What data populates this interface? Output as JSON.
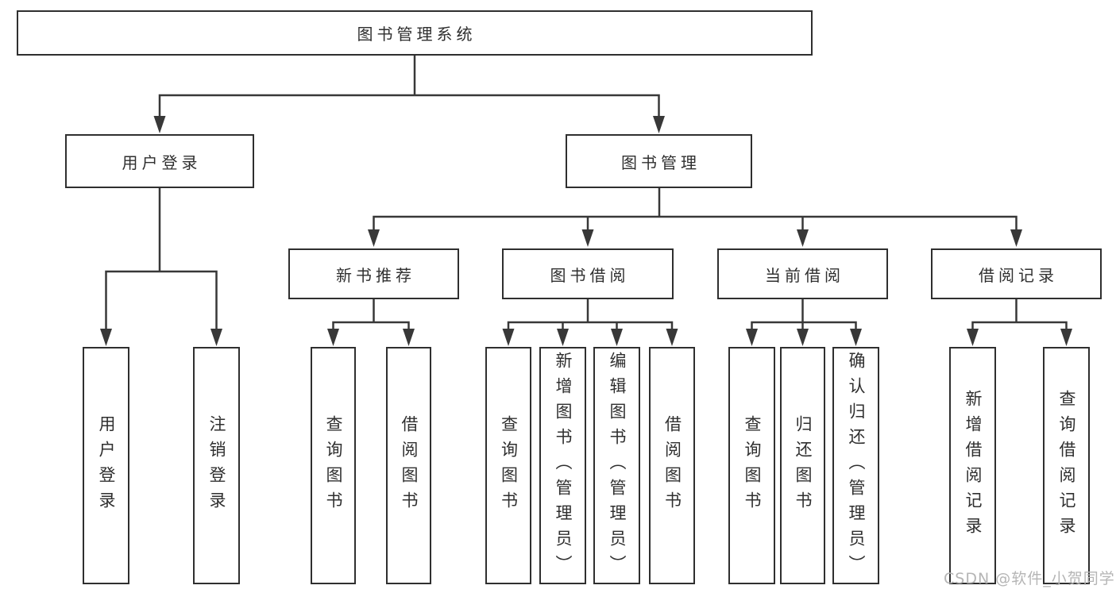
{
  "diagram": {
    "title": "图书管理系统",
    "colors": {
      "line": "#383838",
      "border": "#2f2f2f",
      "text": "#2f2f2f",
      "watermark": "#b5b5b5",
      "background": "#ffffff"
    }
  },
  "tree": {
    "label": "图书管理系统",
    "children": [
      {
        "label": "用户登录",
        "children": [
          {
            "label": "用户登录"
          },
          {
            "label": "注销登录"
          }
        ]
      },
      {
        "label": "图书管理",
        "children": [
          {
            "label": "新书推荐",
            "children": [
              {
                "label": "查询图书"
              },
              {
                "label": "借阅图书"
              }
            ]
          },
          {
            "label": "图书借阅",
            "children": [
              {
                "label": "查询图书"
              },
              {
                "label": "新增图书（管理员）"
              },
              {
                "label": "编辑图书（管理员）"
              },
              {
                "label": "借阅图书"
              }
            ]
          },
          {
            "label": "当前借阅",
            "children": [
              {
                "label": "查询图书"
              },
              {
                "label": "归还图书"
              },
              {
                "label": "确认归还（管理员）"
              }
            ]
          },
          {
            "label": "借阅记录",
            "children": [
              {
                "label": "新增借阅记录"
              },
              {
                "label": "查询借阅记录"
              }
            ]
          }
        ]
      }
    ]
  },
  "watermark": {
    "text": "CSDN @软件_小贺同学"
  }
}
